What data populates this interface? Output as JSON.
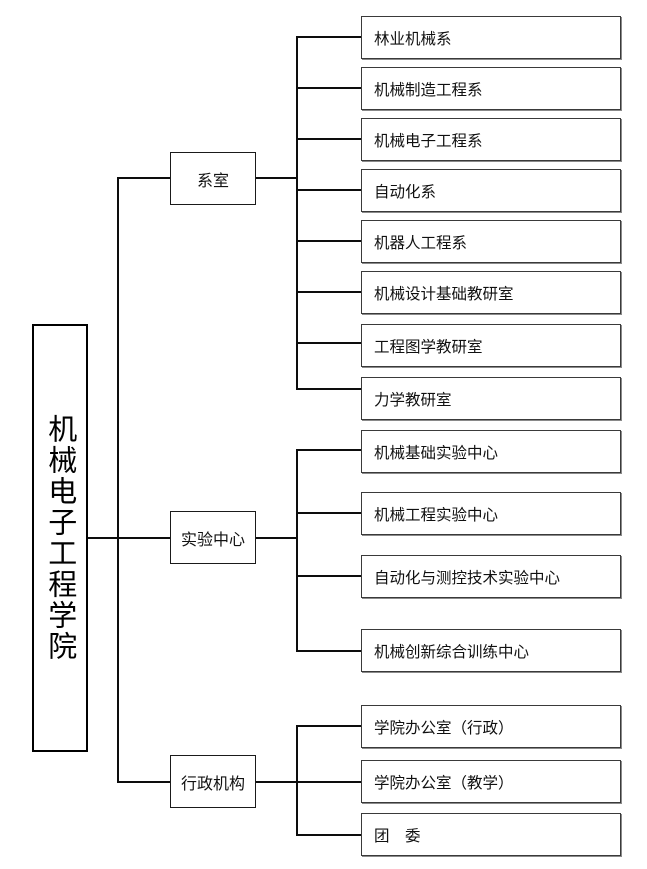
{
  "diagram": {
    "title_text": "机械电子工程学院",
    "type": "organizational-chart",
    "root": {
      "label": "机械电子工程学院"
    },
    "groups": [
      {
        "id": "departments",
        "label": "系室",
        "children": [
          {
            "label": "林业机械系"
          },
          {
            "label": "机械制造工程系"
          },
          {
            "label": "机械电子工程系"
          },
          {
            "label": "自动化系"
          },
          {
            "label": "机器人工程系"
          },
          {
            "label": "机械设计基础教研室"
          },
          {
            "label": "工程图学教研室"
          },
          {
            "label": "力学教研室"
          }
        ]
      },
      {
        "id": "experiment-centers",
        "label": "实验中心",
        "children": [
          {
            "label": "机械基础实验中心"
          },
          {
            "label": "机械工程实验中心"
          },
          {
            "label": "自动化与测控技术实验中心"
          },
          {
            "label": "机械创新综合训练中心"
          }
        ]
      },
      {
        "id": "administration",
        "label": "行政机构",
        "children": [
          {
            "label": "学院办公室（行政）"
          },
          {
            "label": "学院办公室（教学）"
          },
          {
            "label": "团　委"
          }
        ]
      }
    ],
    "colors": {
      "background": "#ffffff",
      "box_border": "#2b2b2b",
      "connector": "#0d0d0d",
      "text": "#101010"
    }
  }
}
